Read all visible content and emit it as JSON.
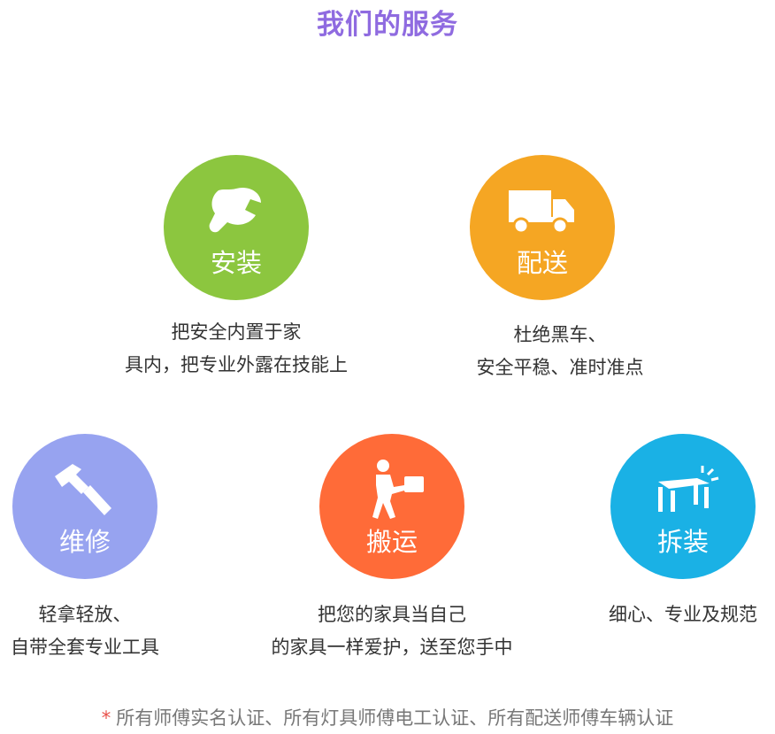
{
  "title": "我们的服务",
  "services": [
    {
      "label": "安装",
      "icon": "wrench-icon",
      "color": "#8cc63f",
      "desc": [
        "把安全内置于家",
        "具内，把专业外露在技能上"
      ]
    },
    {
      "label": "配送",
      "icon": "truck-icon",
      "color": "#f5a623",
      "desc": [
        "杜绝黑车、",
        "安全平稳、准时准点"
      ]
    },
    {
      "label": "维修",
      "icon": "hammer-icon",
      "color": "#97a3f0",
      "desc": [
        "轻拿轻放、",
        "自带全套专业工具"
      ]
    },
    {
      "label": "搬运",
      "icon": "mover-icon",
      "color": "#ff6b38",
      "desc": [
        "把您的家具当自己",
        "的家具一样爱护，送至您手中"
      ]
    },
    {
      "label": "拆装",
      "icon": "table-icon",
      "color": "#1ab1e5",
      "desc": [
        "细心、专业及规范"
      ]
    }
  ],
  "footer": {
    "star": "*",
    "text": "所有师傅实名认证、所有灯具师傅电工认证、所有配送师傅车辆认证"
  }
}
